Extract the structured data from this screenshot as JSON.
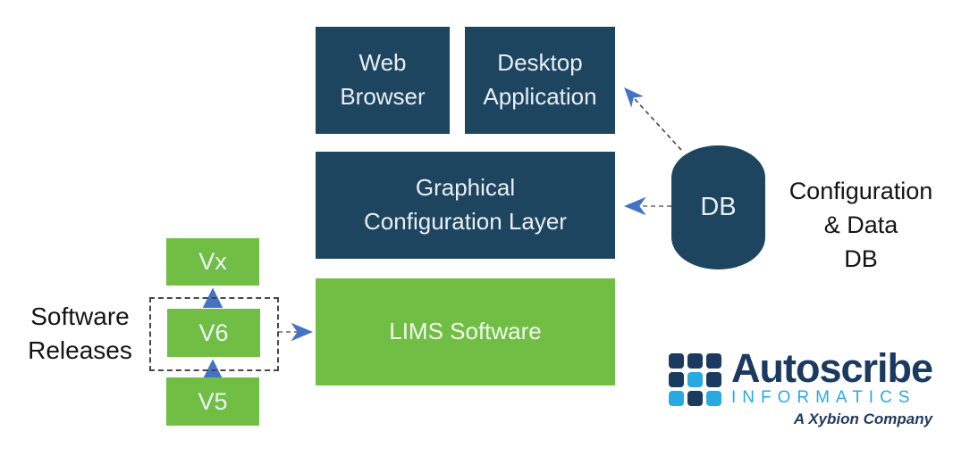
{
  "colors": {
    "box_navy": "#1e455f",
    "box_green": "#70bf44",
    "arrow_blue": "#4472c4",
    "dash_gray": "#8c8c8c",
    "logo_navy": "#1b3a5f",
    "logo_blue": "#29a9e1"
  },
  "boxes": {
    "web_browser": {
      "label": "Web Browser"
    },
    "desktop_application": {
      "label": "Desktop Application"
    },
    "graphical_configuration_layer": {
      "label": "Graphical Configuration Layer"
    },
    "lims_software": {
      "label": "LIMS Software"
    }
  },
  "releases": {
    "caption": "Software Releases",
    "versions": [
      "Vx",
      "V6",
      "V5"
    ]
  },
  "database": {
    "cylinder_label": "DB",
    "caption_lines": [
      "Configuration",
      "& Data",
      "DB"
    ]
  },
  "logo": {
    "name": "Autoscribe",
    "subtitle": "INFORMATICS",
    "tagline": "A Xybion Company"
  }
}
